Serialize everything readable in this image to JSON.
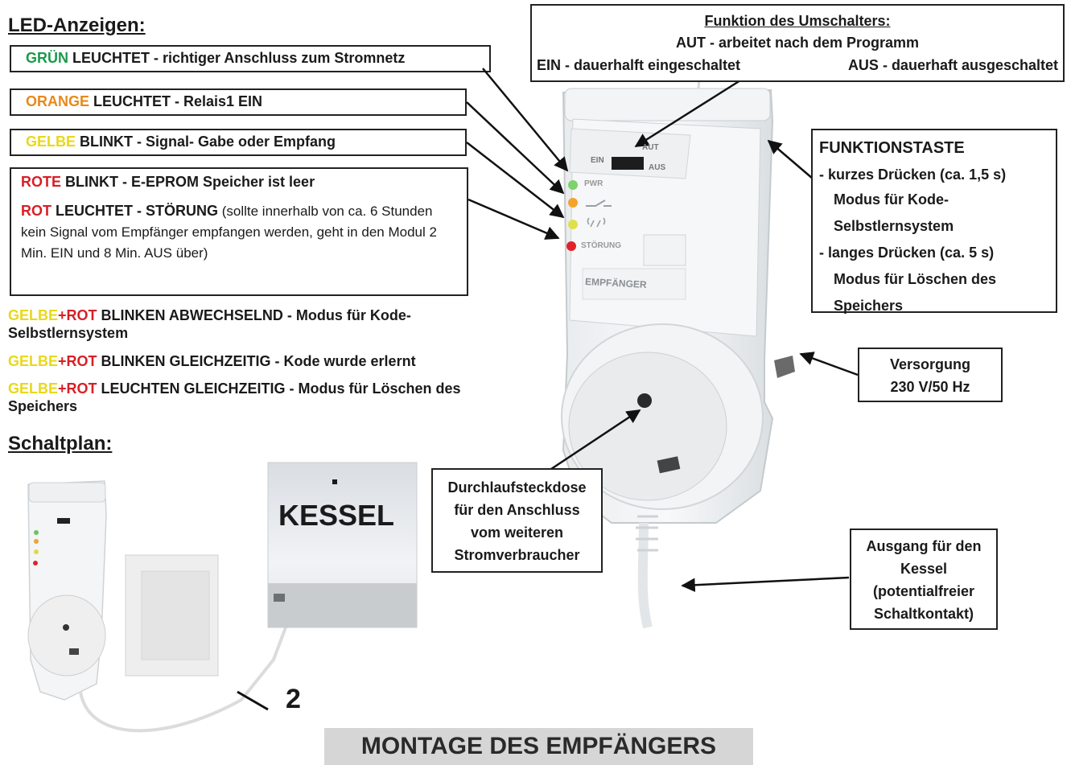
{
  "led_section": {
    "heading": "LED-Anzeigen:",
    "green": {
      "color_word": "GRÜN",
      "rest": " LEUCHTET - richtiger Anschluss zum Stromnetz"
    },
    "orange": {
      "color_word": "ORANGE",
      "rest": " LEUCHTET - Relais1 EIN"
    },
    "yellow": {
      "color_word": "GELBE",
      "rest": " BLINKT - Signal- Gabe oder Empfang"
    },
    "red_box": {
      "line1_word": "ROTE",
      "line1_rest": " BLINKT - E-EPROM Speicher ist leer",
      "line2_word": "ROT",
      "line2_rest": " LEUCHTET - STÖRUNG",
      "line2_detail": " (sollte innerhalb von ca. 6 Stunden kein Signal vom Empfänger empfangen werden, geht in den Modul  2 Min. EIN und 8 Min. AUS über)"
    },
    "combo1": {
      "yellow": "GELBE",
      "plus": "+",
      "red": "ROT",
      "rest": " BLINKEN ABWECHSELND - Modus für Kode-Selbstlernsystem"
    },
    "combo2": {
      "yellow": "GELBE",
      "plus": "+",
      "red": "ROT",
      "rest": " BLINKEN GLEICHZEITIG - Kode wurde erlernt"
    },
    "combo3": {
      "yellow": "GELBE",
      "plus": "+",
      "red": "ROT",
      "rest": " LEUCHTEN GLEICHZEITIG -  Modus für Löschen des Speichers"
    }
  },
  "switch_box": {
    "title": "Funktion des Umschalters:",
    "line1": "AUT - arbeitet nach dem Programm",
    "line2_left": "EIN - dauerhalft eingeschaltet",
    "line2_right": "AUS - dauerhaft ausgeschaltet"
  },
  "function_key_box": {
    "title": "FUNKTIONSTASTE",
    "line1": "- kurzes Drücken (ca. 1,5 s)",
    "line2": "Modus für Kode-",
    "line3": "Selbstlernsystem",
    "line4": "- langes Drücken (ca. 5 s)",
    "line5": "Modus für Löschen des",
    "line6": "Speichers"
  },
  "supply_box": {
    "line1": "Versorgung",
    "line2": "230 V/50 Hz"
  },
  "socket_box": {
    "line1": "Durchlaufsteckdose",
    "line2": "für den Anschluss",
    "line3": "vom weiteren",
    "line4": "Stromverbraucher"
  },
  "output_box": {
    "line1": "Ausgang für den",
    "line2": "Kessel",
    "line3": "(potentialfreier",
    "line4": "Schaltkontakt)"
  },
  "device_labels": {
    "aut": "AUT",
    "ein": "EIN",
    "aus": "AUS",
    "pwr": "PWR",
    "stoerung": "STÖRUNG",
    "empfaenger": "EMPFÄNGER"
  },
  "schaltplan": {
    "heading": "Schaltplan:",
    "boiler_label": "KESSEL",
    "wire_count": "2"
  },
  "footer": {
    "title": "MONTAGE DES EMPFÄNGERS"
  },
  "colors": {
    "green": "#1a9a4a",
    "orange": "#e68a1a",
    "yellow": "#e9d81a",
    "red": "#d81f26",
    "footer_bg": "#d6d6d6"
  }
}
